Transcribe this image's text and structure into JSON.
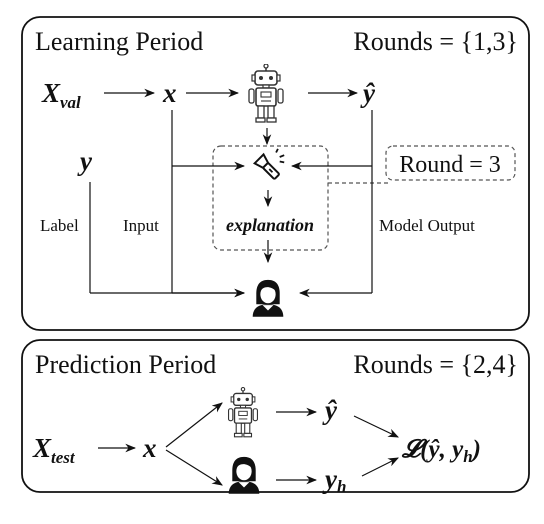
{
  "learning": {
    "title": "Learning Period",
    "rounds": "Rounds = {1,3}",
    "x_val_main": "X",
    "x_val_sub": "val",
    "x_symbol": "x",
    "y_hat": "ŷ",
    "y": "y",
    "label": "Label",
    "input": "Input",
    "model_output": "Model Output",
    "explanation": "explanation",
    "round_note": "Round = 3"
  },
  "prediction": {
    "title": "Prediction Period",
    "rounds": "Rounds = {2,4}",
    "x_test_main": "X",
    "x_test_sub": "test",
    "x_symbol": "x",
    "y_hat": "ŷ",
    "y_h_main": "y",
    "y_h_sub": "h",
    "loss": "𝓛(ŷ, y",
    "loss_sub": "h",
    "loss_close": ")"
  },
  "icons": [
    "robot-icon",
    "flashlight-icon",
    "person-icon"
  ]
}
